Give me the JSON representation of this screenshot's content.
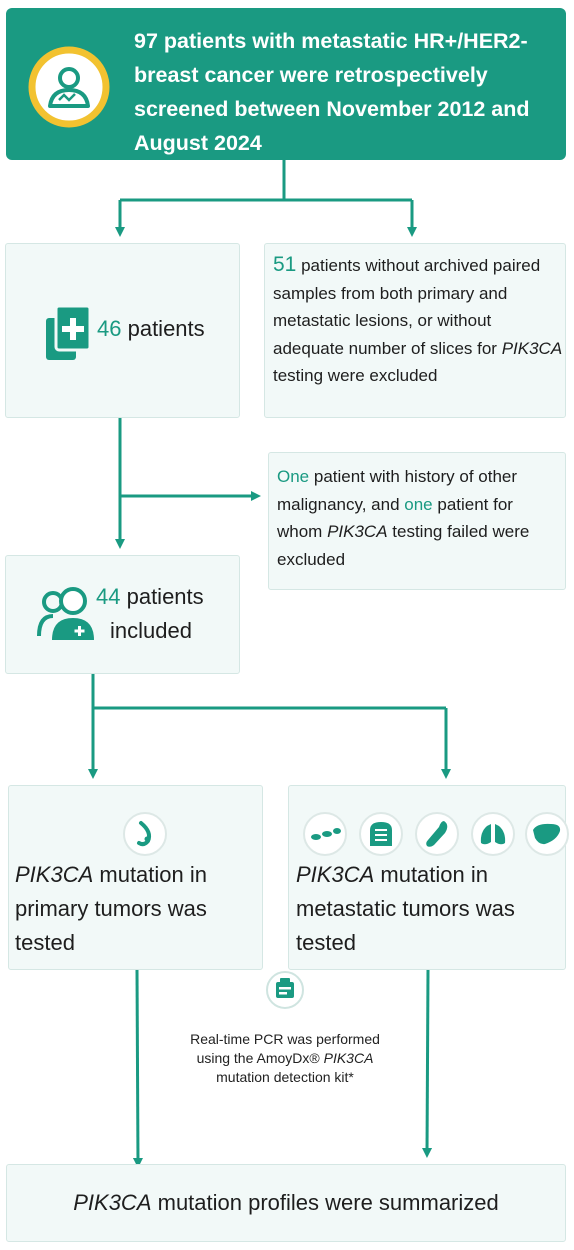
{
  "top": {
    "text": "97 patients with metastatic HR+/HER2- breast cancer were retrospectively screened between November 2012 and August 2024"
  },
  "box_46": {
    "count": "46",
    "label": " patients"
  },
  "box_51": {
    "count": "51",
    "text": " patients without archived paired samples from both primary and metastatic lesions, or without adequate number of slices for ",
    "gene": "PIK3CA",
    "text_end": " testing were excluded"
  },
  "box_excl": {
    "one1": "One",
    "text1": " patient with history of other malignancy, and ",
    "one2": "one",
    "text2": " patient for whom ",
    "gene": "PIK3CA",
    "text3": " testing failed were excluded"
  },
  "box_44": {
    "count": "44",
    "line1": " patients",
    "line2": "included"
  },
  "box_primary": {
    "gene": "PIK3CA",
    "text": " mutation in primary tumors was tested"
  },
  "box_metastatic": {
    "gene": "PIK3CA",
    "text": " mutation in metastatic tumors was tested"
  },
  "pcr_note": {
    "line1": "Real-time PCR was performed",
    "line2_a": "using the AmoyDx® ",
    "gene": "PIK3CA",
    "line3": "mutation detection kit*"
  },
  "bottom": {
    "gene": "PIK3CA",
    "text": " mutation profiles were summarized"
  },
  "icons": [
    "patient-icon",
    "document-add-icon",
    "team-icon",
    "breast-icon",
    "bone-icon",
    "chest-icon",
    "liver-tool-icon",
    "lung-icon",
    "liver-icon",
    "pcr-kit-icon"
  ],
  "colors": {
    "accent": "#1a9a82",
    "box": "#f2f9f8",
    "border": "#d5e7e4"
  }
}
